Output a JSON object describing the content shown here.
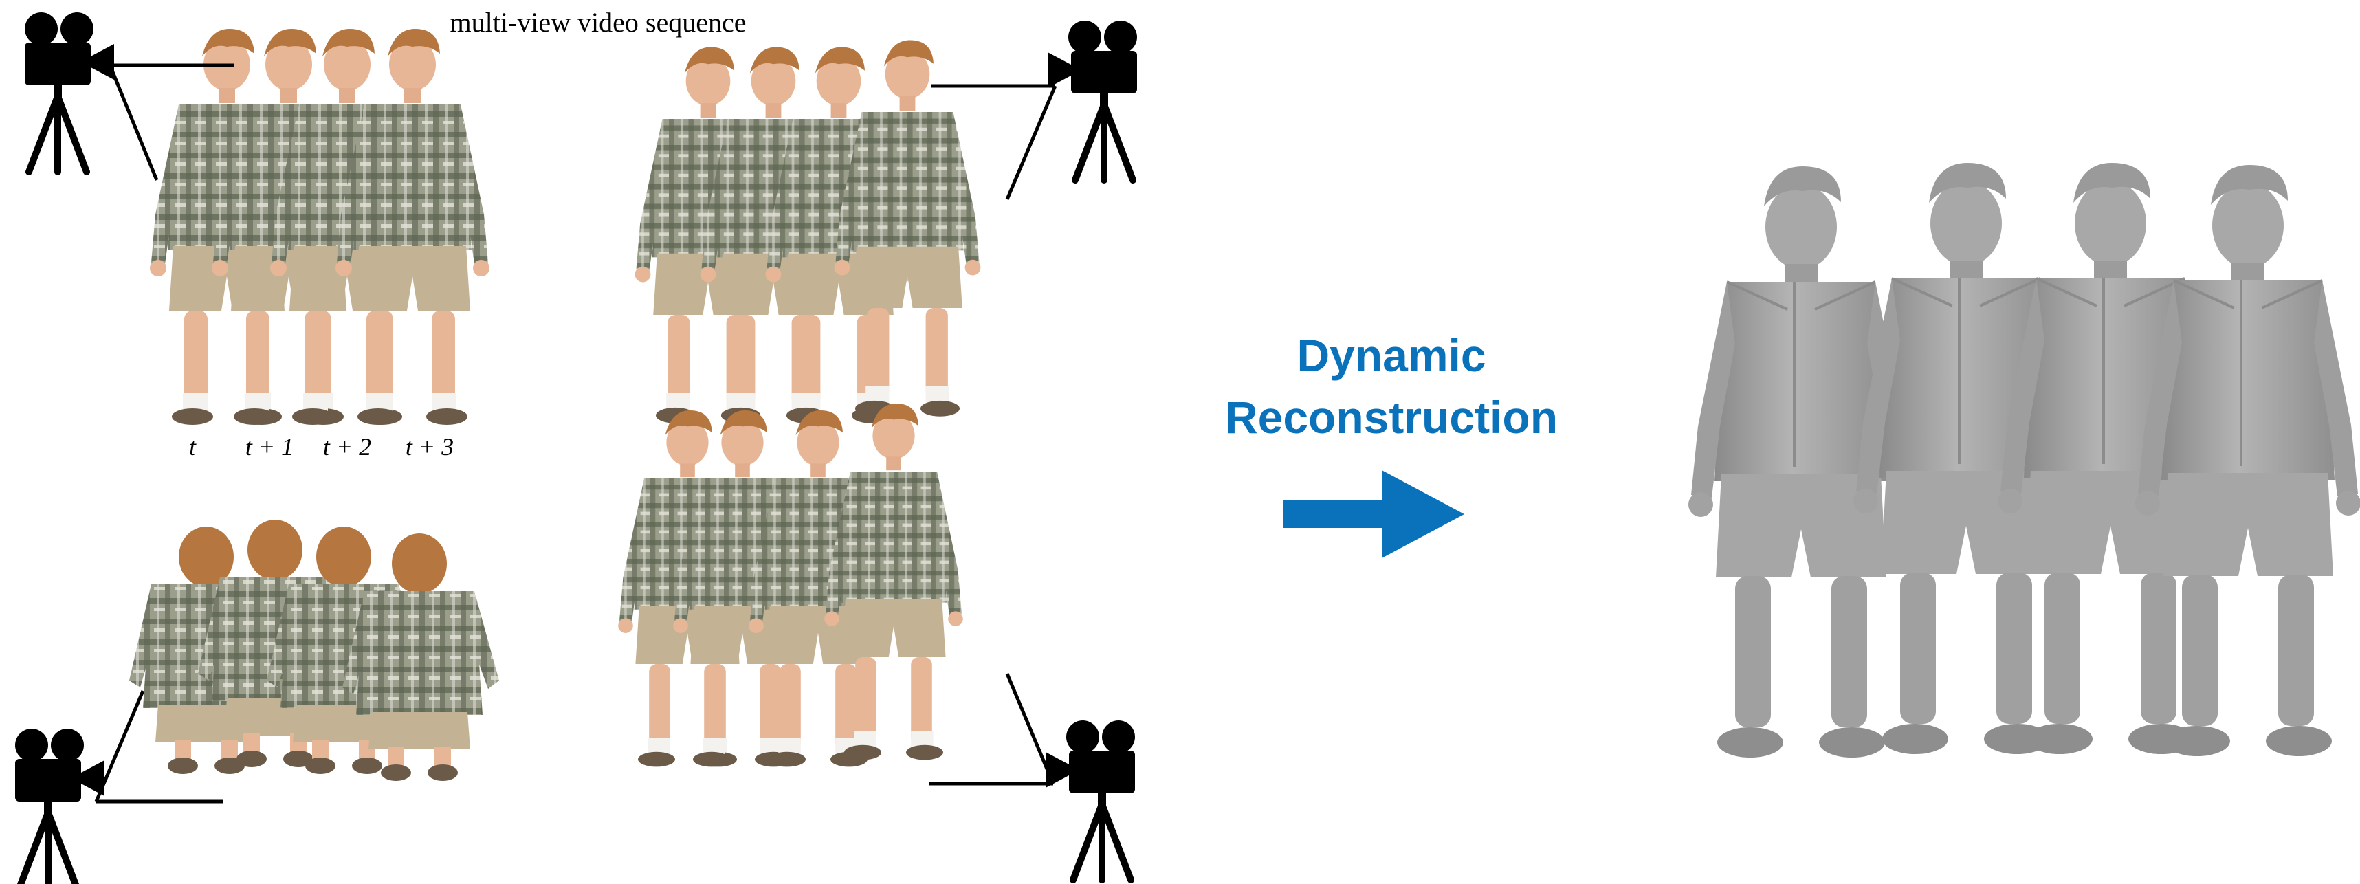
{
  "figure": {
    "caption_top": "multi-view video sequence",
    "time_labels": [
      "t",
      "t + 1",
      "t + 2",
      "t + 3"
    ],
    "arrow_label_line1": "Dynamic",
    "arrow_label_line2": "Reconstruction",
    "colors": {
      "arrow": "#0a72ba",
      "camera": "#000000",
      "mesh": "#a4a4a4",
      "mesh_shade": "#7d7d7d",
      "shirt": "#8e927f",
      "shirt_dark": "#515847",
      "shorts": "#c4b294",
      "skin": "#e7b696",
      "hair": "#b5763f",
      "shoe": "#6b5a48"
    },
    "icons": [
      "video-camera-icon",
      "video-camera-icon",
      "video-camera-icon",
      "video-camera-icon"
    ]
  }
}
